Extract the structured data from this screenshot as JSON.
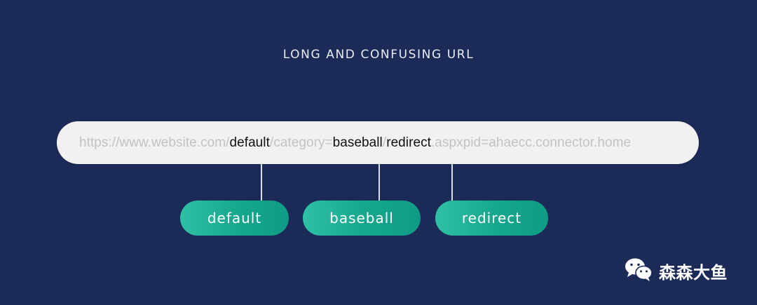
{
  "title": "LONG AND CONFUSING URL",
  "url": {
    "parts": [
      {
        "text": "https://www.website.com/",
        "highlight": false
      },
      {
        "text": "default",
        "highlight": true
      },
      {
        "text": "/category=",
        "highlight": false
      },
      {
        "text": "baseball",
        "highlight": true
      },
      {
        "text": "/",
        "highlight": false
      },
      {
        "text": "redirect",
        "highlight": true
      },
      {
        "text": ".aspxpid=ahaecc.connector.home",
        "highlight": false
      }
    ]
  },
  "keywords": [
    {
      "label": "default"
    },
    {
      "label": "baseball"
    },
    {
      "label": "redirect"
    }
  ],
  "watermark": {
    "text": "森森大鱼",
    "icon": "wechat-icon"
  },
  "colors": {
    "background": "#1c2a57",
    "url_bar": "#f1f1f1",
    "url_muted": "#c2c2c2",
    "url_highlight": "#111111",
    "pill_start": "#2fc0a6",
    "pill_end": "#0f9c86"
  }
}
